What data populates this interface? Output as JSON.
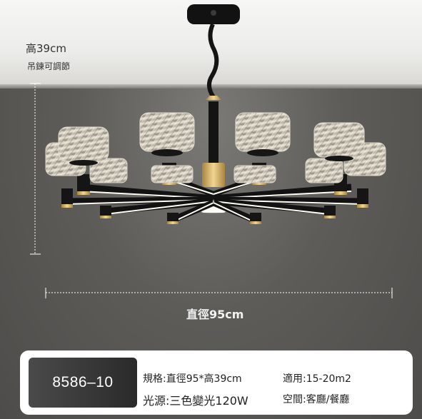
{
  "dimensions": {
    "height_label": "高39cm",
    "height_note": "吊鍊可調節",
    "diameter_label": "直徑95cm"
  },
  "product": {
    "model": "8586–10",
    "spec_size": "規格:直徑95*高39cm",
    "spec_area": "適用:15-20m2",
    "spec_light": "光源:三色變光120W",
    "spec_space": "空間:客廳/餐廳"
  },
  "colors": {
    "wall": "#5b5a58",
    "ceiling": "#f0f0ee",
    "fixture_black": "#151515",
    "accent_gold": "#c9a45a",
    "led_white": "#fffdf4"
  }
}
